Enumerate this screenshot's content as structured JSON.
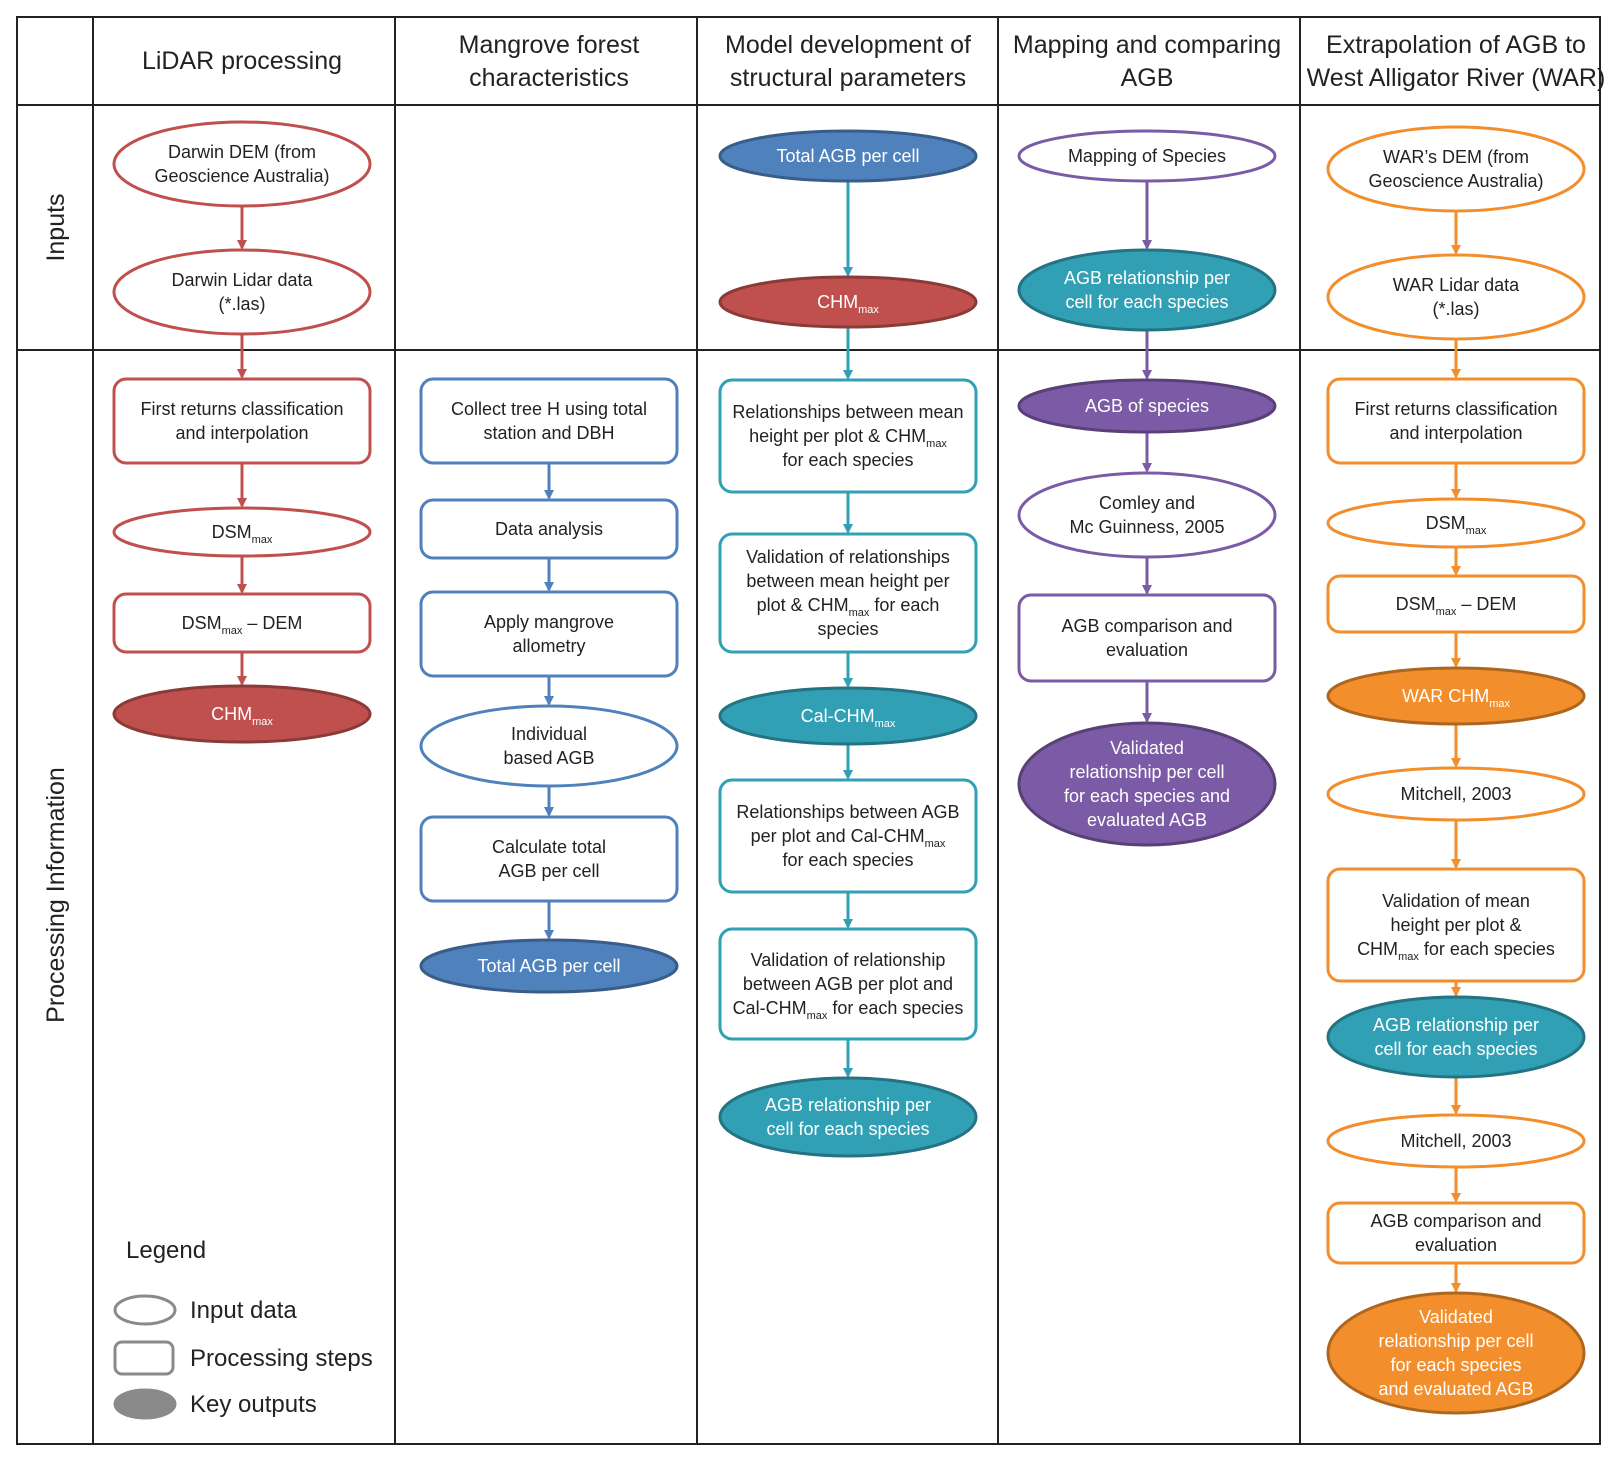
{
  "columns": [
    {
      "id": "col-lidar",
      "title": [
        "LiDAR processing"
      ],
      "color": "#c0504d"
    },
    {
      "id": "col-mangrove",
      "title": [
        "Mangrove forest",
        "characteristics"
      ],
      "color": "#4f81bd"
    },
    {
      "id": "col-model",
      "title": [
        "Model development of",
        "structural parameters"
      ],
      "color": "#31a0b5"
    },
    {
      "id": "col-mapping",
      "title": [
        "Mapping and comparing",
        "AGB"
      ],
      "color": "#7b5aa6"
    },
    {
      "id": "col-war",
      "title": [
        "Extrapolation of AGB to",
        "West Alligator River (WAR)"
      ],
      "color": "#f28e2b"
    }
  ],
  "rows": {
    "inputs": "Inputs",
    "processing": "Processing Information"
  },
  "nodes": [
    {
      "id": "darwin-dem",
      "col": 0,
      "shape": "input",
      "lines": [
        [
          "Darwin DEM (from"
        ],
        [
          "Geoscience Australia)"
        ]
      ]
    },
    {
      "id": "darwin-lidar",
      "col": 0,
      "shape": "input",
      "lines": [
        [
          "Darwin Lidar data"
        ],
        [
          "(*.las)"
        ]
      ]
    },
    {
      "id": "lidar-first-returns",
      "col": 0,
      "shape": "process",
      "lines": [
        [
          "First returns classification"
        ],
        [
          "and interpolation"
        ]
      ]
    },
    {
      "id": "lidar-dsm",
      "col": 0,
      "shape": "input",
      "lines": [
        [
          "DSM",
          "max",
          ""
        ]
      ]
    },
    {
      "id": "lidar-dsm-dem",
      "col": 0,
      "shape": "process",
      "lines": [
        [
          "DSM",
          "max",
          " – DEM"
        ]
      ]
    },
    {
      "id": "lidar-chm",
      "col": 0,
      "shape": "output",
      "lines": [
        [
          "CHM",
          "max",
          ""
        ]
      ]
    },
    {
      "id": "collect-tree-h",
      "col": 1,
      "shape": "process",
      "lines": [
        [
          "Collect tree H using total"
        ],
        [
          "station and DBH"
        ]
      ]
    },
    {
      "id": "data-analysis",
      "col": 1,
      "shape": "process",
      "lines": [
        [
          "Data analysis"
        ]
      ]
    },
    {
      "id": "apply-allometry",
      "col": 1,
      "shape": "process",
      "lines": [
        [
          "Apply mangrove"
        ],
        [
          "allometry"
        ]
      ]
    },
    {
      "id": "individual-agb",
      "col": 1,
      "shape": "input",
      "lines": [
        [
          "Individual"
        ],
        [
          "based AGB"
        ]
      ]
    },
    {
      "id": "calculate-total-agb",
      "col": 1,
      "shape": "process",
      "lines": [
        [
          "Calculate total"
        ],
        [
          "AGB per cell"
        ]
      ]
    },
    {
      "id": "mangrove-total-agb",
      "col": 1,
      "shape": "output",
      "lines": [
        [
          "Total AGB per cell"
        ]
      ]
    },
    {
      "id": "model-total-agb",
      "col": 2,
      "shape": "output",
      "color": "#4f81bd",
      "lines": [
        [
          "Total AGB per cell"
        ]
      ]
    },
    {
      "id": "model-chm",
      "col": 2,
      "shape": "output",
      "color": "#c0504d",
      "lines": [
        [
          "CHM",
          "max",
          ""
        ]
      ]
    },
    {
      "id": "rel-mean-height",
      "col": 2,
      "shape": "process",
      "lines": [
        [
          "Relationships between mean"
        ],
        [
          "height per plot & CHM",
          "max",
          ""
        ],
        [
          "for each species"
        ]
      ]
    },
    {
      "id": "val-mean-height",
      "col": 2,
      "shape": "process",
      "lines": [
        [
          "Validation of relationships"
        ],
        [
          "between mean height per"
        ],
        [
          "plot & CHM",
          "max",
          " for each"
        ],
        [
          "species"
        ]
      ]
    },
    {
      "id": "cal-chm",
      "col": 2,
      "shape": "output",
      "lines": [
        [
          "Cal-CHM",
          "max",
          ""
        ]
      ]
    },
    {
      "id": "rel-agb",
      "col": 2,
      "shape": "process",
      "lines": [
        [
          "Relationships between AGB"
        ],
        [
          "per plot and Cal-CHM",
          "max",
          ""
        ],
        [
          "for each species"
        ]
      ]
    },
    {
      "id": "val-agb",
      "col": 2,
      "shape": "process",
      "lines": [
        [
          "Validation of relationship"
        ],
        [
          "between AGB per plot and"
        ],
        [
          "Cal-CHM",
          "max",
          " for each species"
        ]
      ]
    },
    {
      "id": "model-agb-rel",
      "col": 2,
      "shape": "output",
      "lines": [
        [
          "AGB relationship per"
        ],
        [
          "cell for each species"
        ]
      ]
    },
    {
      "id": "mapping-species",
      "col": 3,
      "shape": "input",
      "lines": [
        [
          "Mapping of Species"
        ]
      ]
    },
    {
      "id": "mapping-agb-rel",
      "col": 3,
      "shape": "output",
      "color": "#31a0b5",
      "lines": [
        [
          "AGB relationship per"
        ],
        [
          "cell for each species"
        ]
      ]
    },
    {
      "id": "agb-of-species",
      "col": 3,
      "shape": "output",
      "lines": [
        [
          "AGB of species"
        ]
      ]
    },
    {
      "id": "comley",
      "col": 3,
      "shape": "input",
      "lines": [
        [
          "Comley  and"
        ],
        [
          "Mc Guinness, 2005"
        ]
      ]
    },
    {
      "id": "mapping-agb-compare",
      "col": 3,
      "shape": "process",
      "lines": [
        [
          "AGB comparison and"
        ],
        [
          "evaluation"
        ]
      ]
    },
    {
      "id": "mapping-validated",
      "col": 3,
      "shape": "output",
      "lines": [
        [
          "Validated"
        ],
        [
          "relationship per cell"
        ],
        [
          "for each species and"
        ],
        [
          "evaluated AGB"
        ]
      ]
    },
    {
      "id": "war-dem",
      "col": 4,
      "shape": "input",
      "lines": [
        [
          "WAR’s DEM (from"
        ],
        [
          "Geoscience Australia)"
        ]
      ]
    },
    {
      "id": "war-lidar",
      "col": 4,
      "shape": "input",
      "lines": [
        [
          "WAR Lidar data"
        ],
        [
          "(*.las)"
        ]
      ]
    },
    {
      "id": "war-first-returns",
      "col": 4,
      "shape": "process",
      "lines": [
        [
          "First returns classification"
        ],
        [
          "and interpolation"
        ]
      ]
    },
    {
      "id": "war-dsm",
      "col": 4,
      "shape": "input",
      "lines": [
        [
          "DSM",
          "max",
          ""
        ]
      ]
    },
    {
      "id": "war-dsm-dem",
      "col": 4,
      "shape": "process",
      "lines": [
        [
          "DSM",
          "max",
          " – DEM"
        ]
      ]
    },
    {
      "id": "war-chm",
      "col": 4,
      "shape": "output",
      "lines": [
        [
          "WAR CHM",
          "max",
          ""
        ]
      ]
    },
    {
      "id": "mitchell-1",
      "col": 4,
      "shape": "input",
      "lines": [
        [
          "Mitchell, 2003"
        ]
      ]
    },
    {
      "id": "war-val-mean-height",
      "col": 4,
      "shape": "process",
      "lines": [
        [
          "Validation of mean"
        ],
        [
          "height per plot &"
        ],
        [
          "CHM",
          "max",
          " for each species"
        ]
      ]
    },
    {
      "id": "war-agb-rel",
      "col": 4,
      "shape": "output",
      "color": "#31a0b5",
      "lines": [
        [
          "AGB relationship per"
        ],
        [
          "cell for each species"
        ]
      ]
    },
    {
      "id": "mitchell-2",
      "col": 4,
      "shape": "input",
      "lines": [
        [
          "Mitchell, 2003"
        ]
      ]
    },
    {
      "id": "war-agb-compare",
      "col": 4,
      "shape": "process",
      "lines": [
        [
          "AGB comparison and"
        ],
        [
          "evaluation"
        ]
      ]
    },
    {
      "id": "war-validated",
      "col": 4,
      "shape": "output",
      "lines": [
        [
          "Validated"
        ],
        [
          "relationship per cell"
        ],
        [
          "for each species"
        ],
        [
          "and evaluated AGB"
        ]
      ]
    }
  ],
  "edges": [
    [
      "darwin-dem",
      "darwin-lidar"
    ],
    [
      "darwin-lidar",
      "lidar-first-returns"
    ],
    [
      "lidar-first-returns",
      "lidar-dsm"
    ],
    [
      "lidar-dsm",
      "lidar-dsm-dem"
    ],
    [
      "lidar-dsm-dem",
      "lidar-chm"
    ],
    [
      "collect-tree-h",
      "data-analysis"
    ],
    [
      "data-analysis",
      "apply-allometry"
    ],
    [
      "apply-allometry",
      "individual-agb"
    ],
    [
      "individual-agb",
      "calculate-total-agb"
    ],
    [
      "calculate-total-agb",
      "mangrove-total-agb"
    ],
    [
      "model-total-agb",
      "model-chm"
    ],
    [
      "model-chm",
      "rel-mean-height"
    ],
    [
      "rel-mean-height",
      "val-mean-height"
    ],
    [
      "val-mean-height",
      "cal-chm"
    ],
    [
      "cal-chm",
      "rel-agb"
    ],
    [
      "rel-agb",
      "val-agb"
    ],
    [
      "val-agb",
      "model-agb-rel"
    ],
    [
      "mapping-species",
      "mapping-agb-rel"
    ],
    [
      "mapping-agb-rel",
      "agb-of-species"
    ],
    [
      "agb-of-species",
      "comley"
    ],
    [
      "comley",
      "mapping-agb-compare"
    ],
    [
      "mapping-agb-compare",
      "mapping-validated"
    ],
    [
      "war-dem",
      "war-lidar"
    ],
    [
      "war-lidar",
      "war-first-returns"
    ],
    [
      "war-first-returns",
      "war-dsm"
    ],
    [
      "war-dsm",
      "war-dsm-dem"
    ],
    [
      "war-dsm-dem",
      "war-chm"
    ],
    [
      "war-chm",
      "mitchell-1"
    ],
    [
      "mitchell-1",
      "war-val-mean-height"
    ],
    [
      "war-val-mean-height",
      "war-agb-rel"
    ],
    [
      "war-agb-rel",
      "mitchell-2"
    ],
    [
      "mitchell-2",
      "war-agb-compare"
    ],
    [
      "war-agb-compare",
      "war-validated"
    ]
  ],
  "legend": {
    "title": "Legend",
    "items": [
      {
        "shape": "input",
        "label": "Input data"
      },
      {
        "shape": "process",
        "label": "Processing steps"
      },
      {
        "shape": "output",
        "label": "Key outputs"
      }
    ]
  }
}
